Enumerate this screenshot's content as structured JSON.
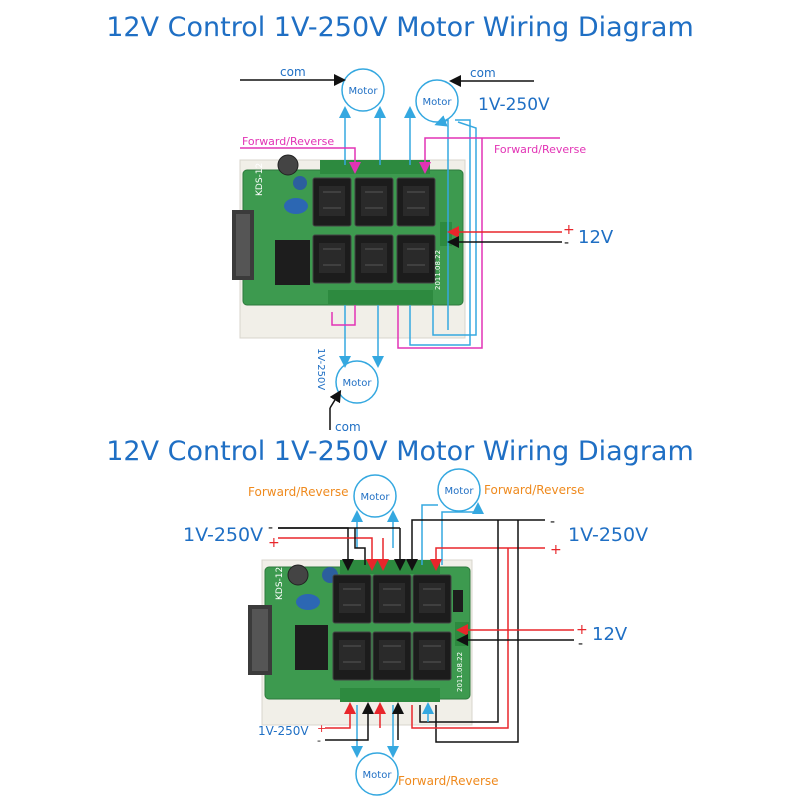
{
  "titles": {
    "top": "12V Control 1V-250V Motor Wiring Diagram",
    "bottom": "12V Control 1V-250V Motor Wiring Diagram"
  },
  "top_diagram": {
    "com_left": "com",
    "com_right": "com",
    "com_bottom": "com",
    "motor": "Motor",
    "voltage_right": "1V-250V",
    "voltage_bottom": "1V-250V",
    "forward_reverse": "Forward/Reverse",
    "power": "12V",
    "plus": "+",
    "minus": "-"
  },
  "bottom_diagram": {
    "motor": "Motor",
    "forward_reverse": "Forward/Reverse",
    "voltage_left": "1V-250V",
    "voltage_right": "1V-250V",
    "voltage_bottom": "1V-250V",
    "power": "12V",
    "plus": "+",
    "minus": "-"
  },
  "board": {
    "model_text": "KDS-12",
    "date_text": "2011.08.22"
  },
  "colors": {
    "title": "#1f6fc4",
    "wire_blue": "#35a8e0",
    "wire_magenta": "#e233b5",
    "wire_red": "#e8262b",
    "wire_black": "#111111",
    "label_orange": "#ef8a1e",
    "board_green": "#3d9a4f"
  }
}
